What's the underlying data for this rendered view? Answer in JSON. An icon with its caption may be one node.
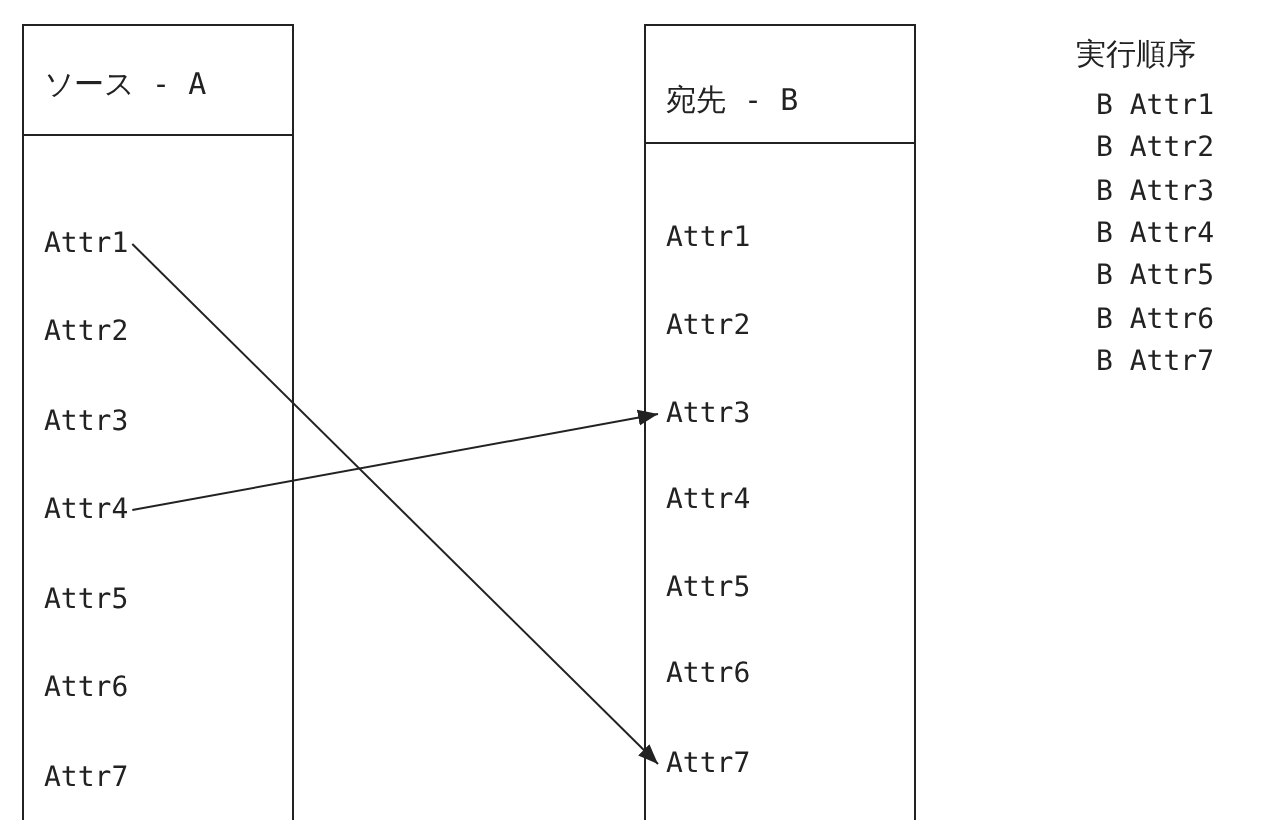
{
  "diagram": {
    "nodes": [
      {
        "text": [
          "ソース - A"
        ]
      },
      {
        "text": [
          "Attr1"
        ],
        "in": 0
      },
      {
        "text": [
          "Attr2"
        ],
        "in": 0
      },
      {
        "text": [
          "Attr3"
        ],
        "in": 0
      },
      {
        "text": [
          "Attr4"
        ],
        "in": 0
      },
      {
        "text": [
          "Attr5"
        ],
        "in": 0
      },
      {
        "text": [
          "Attr6"
        ],
        "in": 0
      },
      {
        "text": [
          "Attr7"
        ],
        "in": 0
      },
      {
        "text": [
          "宛先 - B"
        ]
      },
      {
        "text": [
          "Attr1"
        ],
        "in": 8
      },
      {
        "text": [
          "Attr2"
        ],
        "in": 8
      },
      {
        "text": [
          "Attr3"
        ],
        "in": 8
      },
      {
        "text": [
          "Attr4"
        ],
        "in": 8
      },
      {
        "text": [
          "Attr5"
        ],
        "in": 8
      },
      {
        "text": [
          "Attr6"
        ],
        "in": 8
      },
      {
        "text": [
          "Attr7"
        ],
        "in": 8
      }
    ],
    "edges": [
      {
        "from": 1,
        "to": 15,
        "arrow": "to"
      },
      {
        "from": 4,
        "to": 11,
        "arrow": "to"
      }
    ],
    "labels": [
      "実行順序",
      "B Attr1",
      "B Attr2",
      "B Attr3",
      "B Attr4",
      "B Attr5",
      "B Attr6",
      "B Attr7"
    ]
  }
}
